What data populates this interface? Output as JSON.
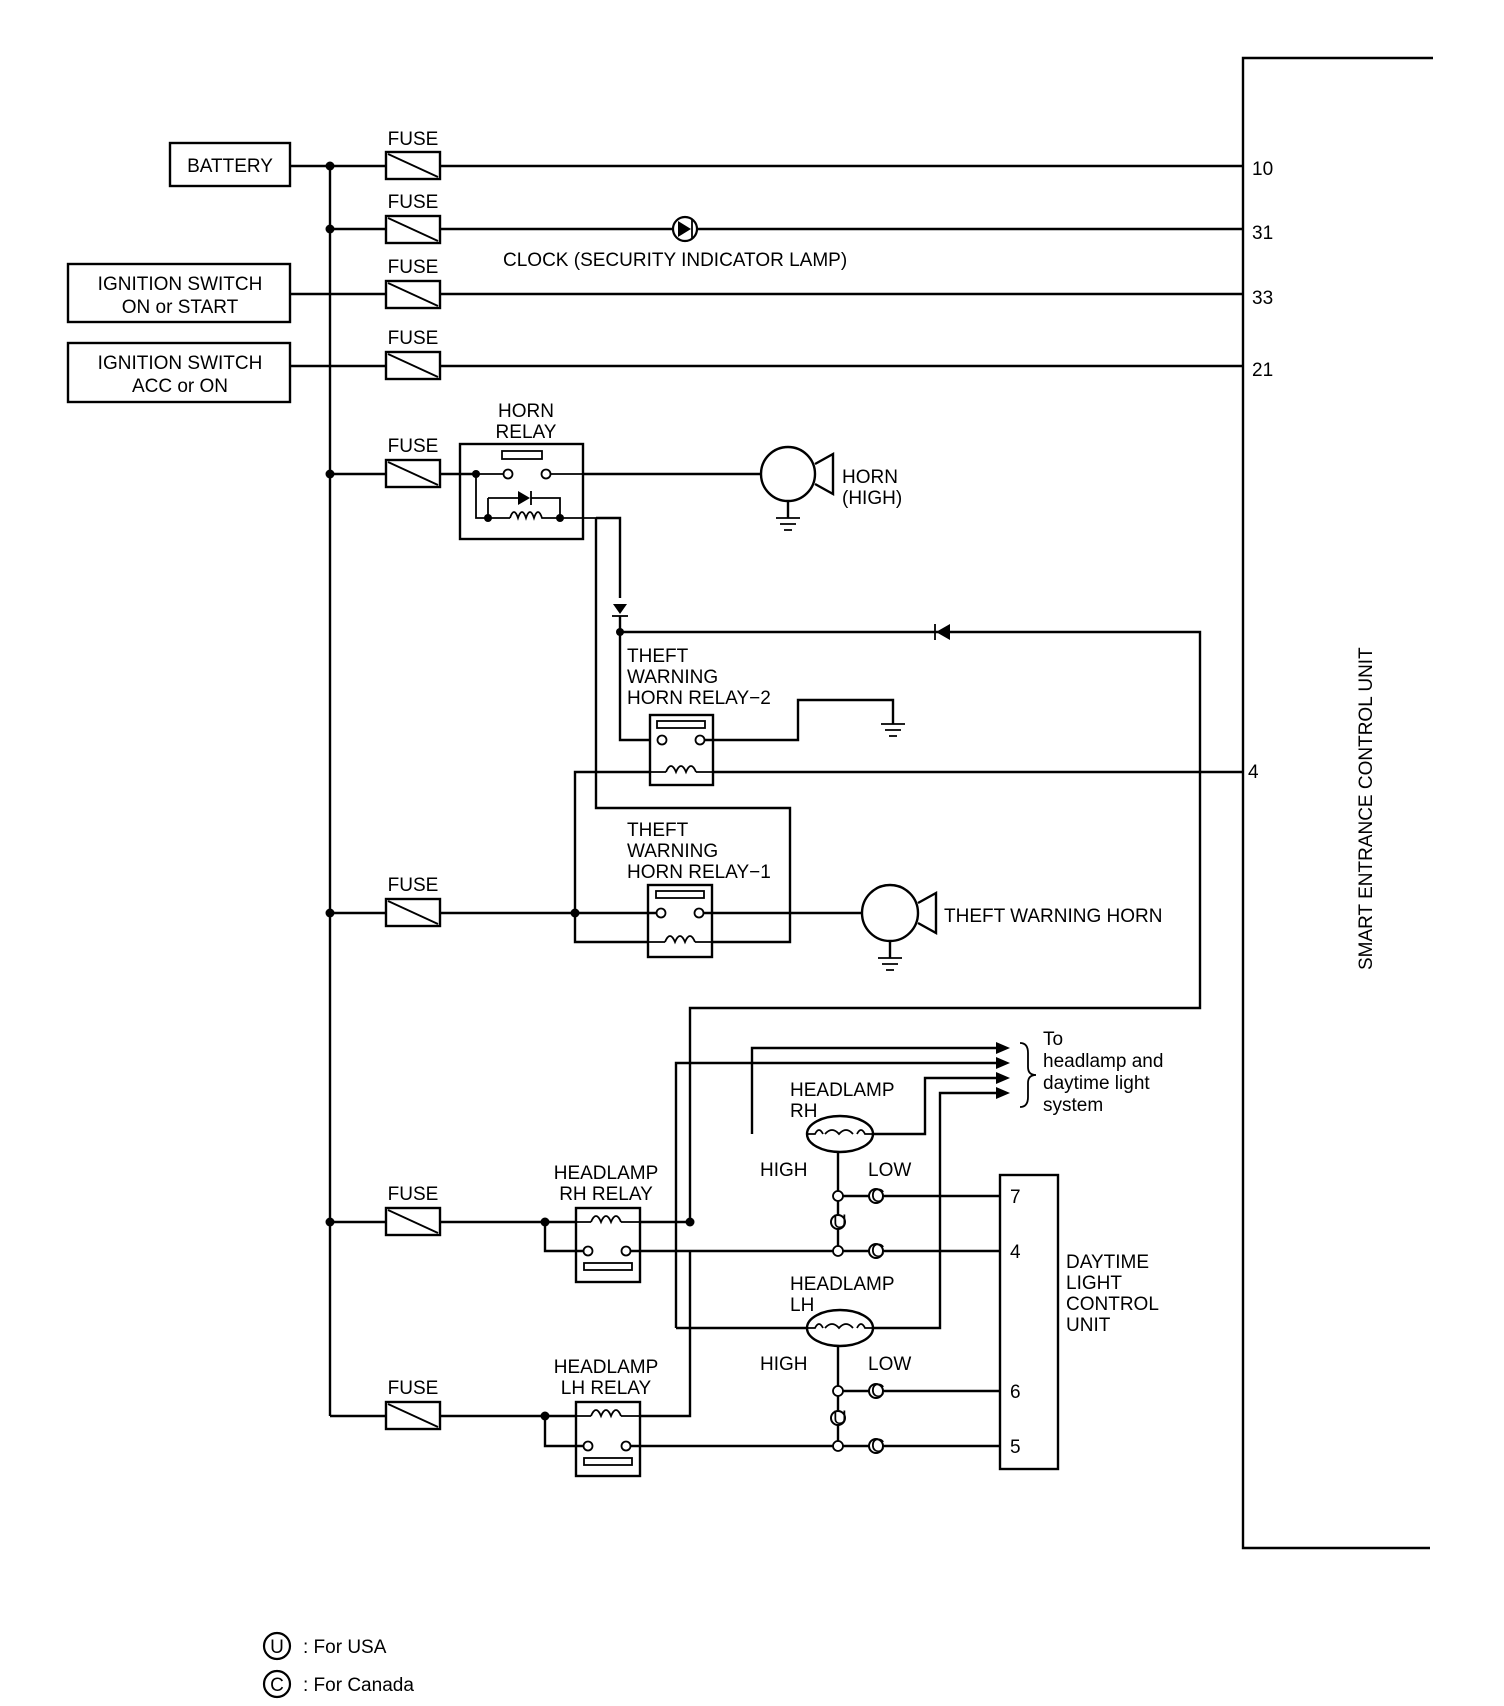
{
  "battery": "BATTERY",
  "fuse": "FUSE",
  "ign_on_start": [
    "IGNITION SWITCH",
    "ON or START"
  ],
  "ign_acc_on": [
    "IGNITION SWITCH",
    "ACC or ON"
  ],
  "clock_label": "CLOCK (SECURITY INDICATOR LAMP)",
  "horn_relay": [
    "HORN",
    "RELAY"
  ],
  "horn_high": [
    "HORN",
    "(HIGH)"
  ],
  "theft_relay_2": [
    "THEFT",
    "WARNING",
    "HORN RELAY−2"
  ],
  "theft_relay_1": [
    "THEFT",
    "WARNING",
    "HORN RELAY−1"
  ],
  "theft_horn": "THEFT WARNING HORN",
  "to_headlamp": [
    "To",
    "headlamp and",
    "daytime light",
    "system"
  ],
  "headlamp_rh": [
    "HEADLAMP",
    "RH"
  ],
  "headlamp_lh": [
    "HEADLAMP",
    "LH"
  ],
  "high": "HIGH",
  "low": "LOW",
  "rh_relay": [
    "HEADLAMP",
    "RH RELAY"
  ],
  "lh_relay": [
    "HEADLAMP",
    "LH RELAY"
  ],
  "dtl_unit": [
    "DAYTIME",
    "LIGHT",
    "CONTROL",
    "UNIT"
  ],
  "dtl_pins": [
    "7",
    "4",
    "6",
    "5"
  ],
  "secu_title": "SMART ENTRANCE CONTROL UNIT",
  "secu_pins": [
    "10",
    "31",
    "33",
    "21",
    "4"
  ],
  "legend": [
    {
      "symbol": "U",
      "text": ": For USA"
    },
    {
      "symbol": "C",
      "text": ": For Canada"
    }
  ]
}
